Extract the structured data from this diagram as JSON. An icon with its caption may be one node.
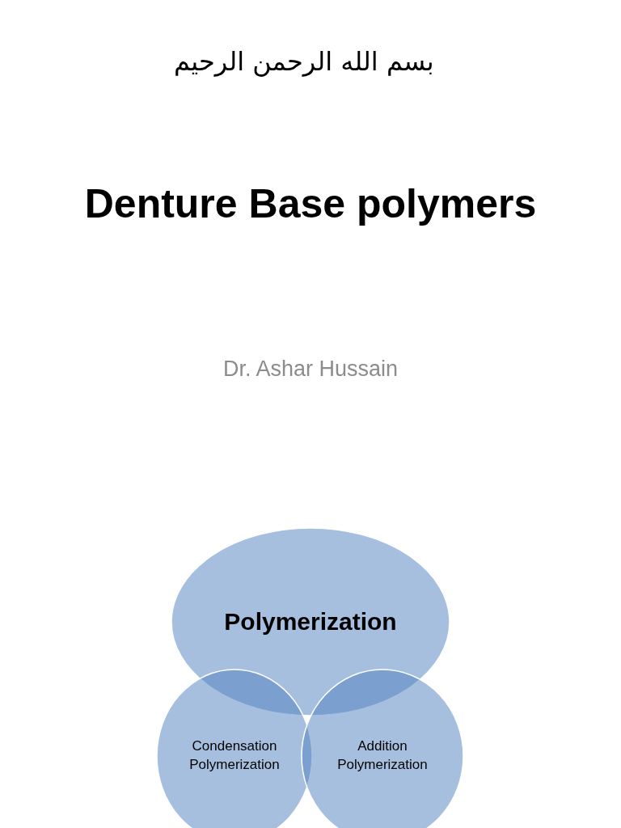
{
  "diagram": {
    "title": "Denture Base polymers",
    "nodes": [
      {
        "text": [
          "Polymerization"
        ]
      },
      {
        "text": [
          "Condensation Polymerization"
        ]
      },
      {
        "text": [
          "Addition Polymerization"
        ]
      }
    ],
    "labels": [
      "بسم الله الرحمن الرحيم",
      "Dr. Ashar Hussain"
    ]
  }
}
